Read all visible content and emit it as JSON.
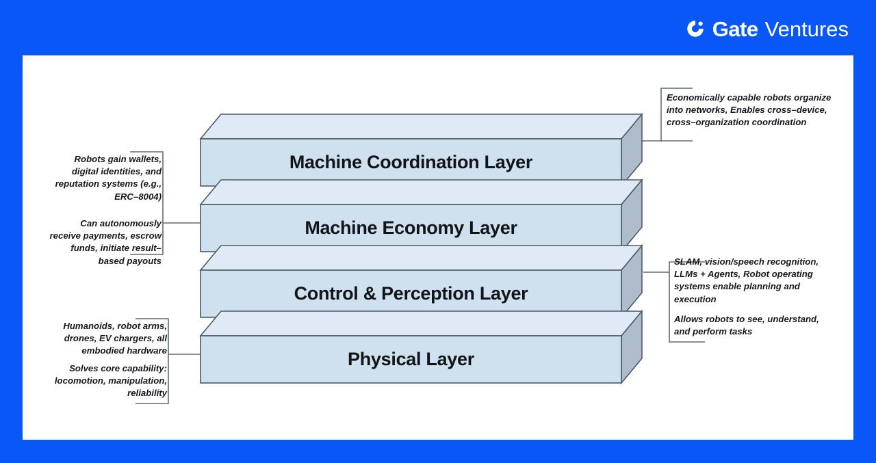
{
  "brand": {
    "logo_icon": "gate-circular-logo-icon",
    "name": "Gate",
    "subname": "Ventures",
    "color": "#ffffff"
  },
  "theme": {
    "background": "#0a57f7",
    "panel": "#ffffff",
    "block_front": "#cfe0ef",
    "block_top": "#dfeaf6",
    "block_side": "#aebccb",
    "block_stroke": "#4c5a66",
    "text": "#111418",
    "connector": "#5f6b75"
  },
  "diagram": {
    "title": "Robotics Stack Layers",
    "layers": [
      {
        "id": "machine-coordination",
        "label": "Machine Coordination Layer"
      },
      {
        "id": "machine-economy",
        "label": "Machine Economy Layer"
      },
      {
        "id": "control-perception",
        "label": "Control & Perception Layer"
      },
      {
        "id": "physical",
        "label": "Physical Layer"
      }
    ],
    "annotations": {
      "coordination_right": "Economically capable robots organize into networks, Enables cross–device, cross–organization coordination",
      "economy_left_a": "Robots gain wallets, digital identities, and reputation systems (e.g., ERC–8004)",
      "economy_left_b": "Can autonomously receive payments, escrow funds, initiate result–based payouts",
      "control_right_a": "SLAM, vision/speech recognition, LLMs + Agents, Robot operating systems enable planning and execution",
      "control_right_b": "Allows robots to see, understand, and perform tasks",
      "physical_left_a": "Humanoids, robot arms, drones, EV chargers, all embodied hardware",
      "physical_left_b": "Solves core capability: locomotion, manipulation, reliability"
    }
  }
}
